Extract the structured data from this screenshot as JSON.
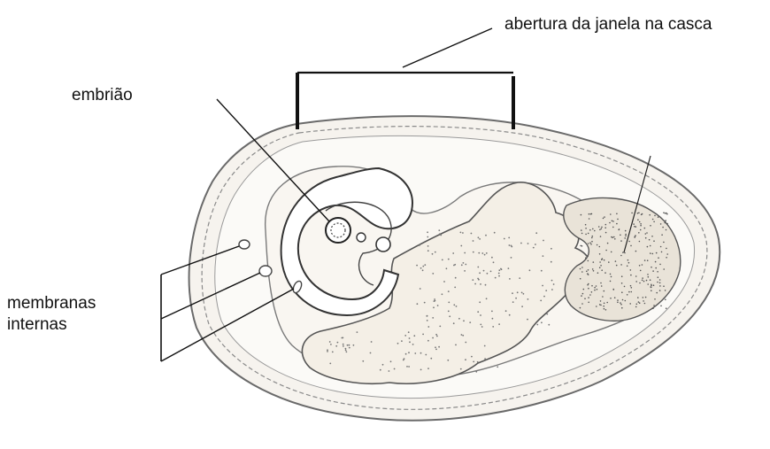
{
  "diagram": {
    "labels": {
      "window_opening": "abertura da janela na casca",
      "embryo": "embrião",
      "membranes_line1": "membranas",
      "membranes_line2": "internas"
    },
    "colors": {
      "ink": "#111111",
      "sketch": "#6a6a6a",
      "shell_fill": "#f6f3ee",
      "albumen_fill": "#fbfaf7",
      "yolk_fill": "#f4efe6",
      "dense_fill": "#e9e3d8"
    }
  }
}
